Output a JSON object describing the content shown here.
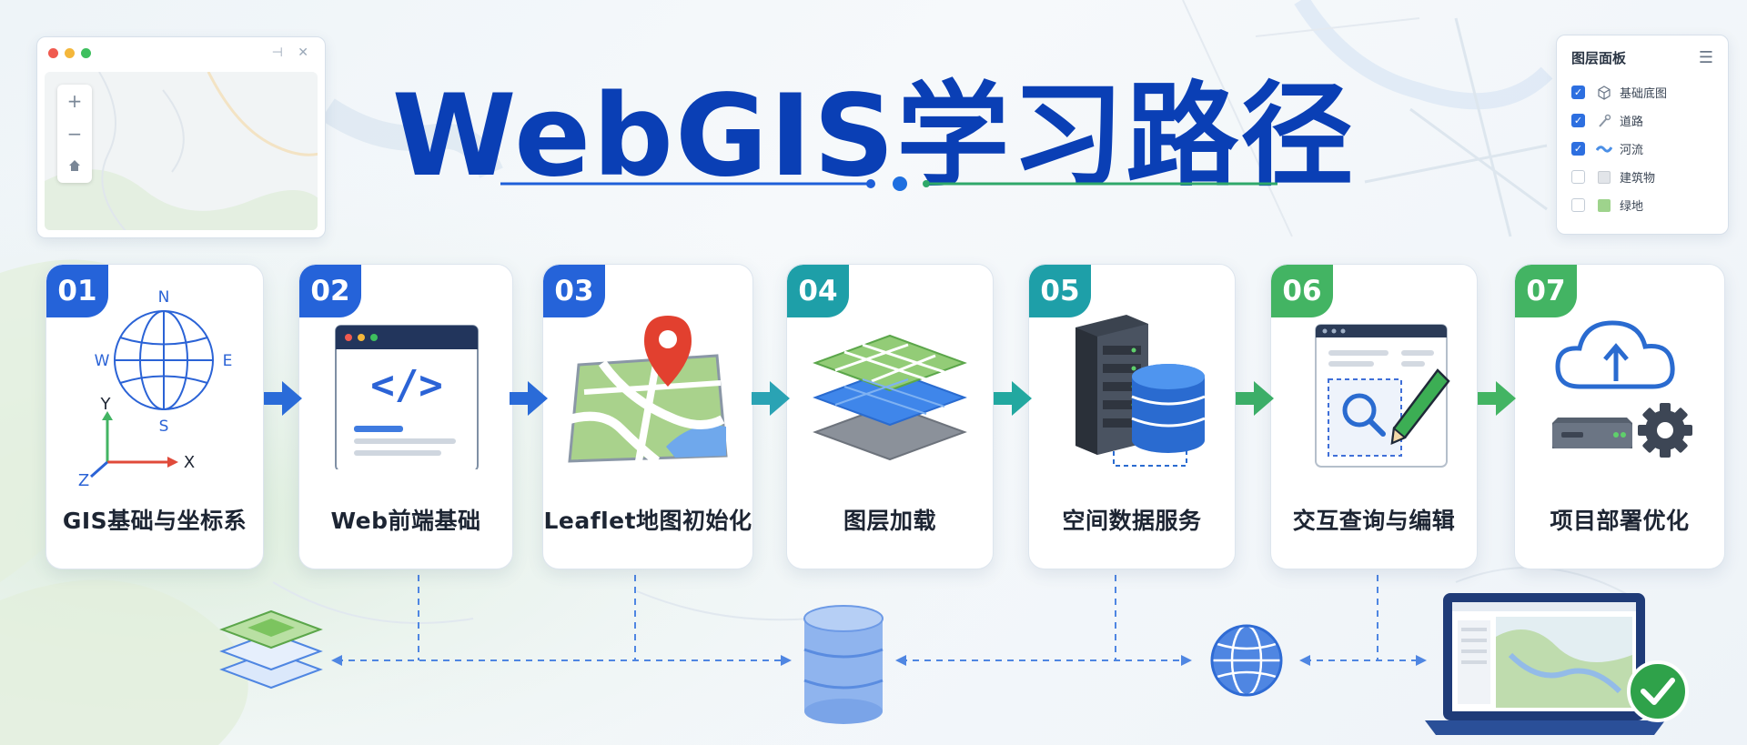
{
  "title": "WebGIS学习路径",
  "colors": {
    "title": "#0a3fb5",
    "blue": "#2563d9",
    "teal": "#1e9fa8",
    "green": "#43b463"
  },
  "layer_panel": {
    "title": "图层面板",
    "menu_icon": "hamburger-icon",
    "layers": [
      {
        "label": "基础底图",
        "checked": true,
        "icon": "cube-icon"
      },
      {
        "label": "道路",
        "checked": true,
        "icon": "road-icon"
      },
      {
        "label": "河流",
        "checked": true,
        "icon": "river-icon"
      },
      {
        "label": "建筑物",
        "checked": false,
        "icon": "building-icon"
      },
      {
        "label": "绿地",
        "checked": false,
        "icon": "greenland-icon"
      }
    ]
  },
  "mini_map": {
    "zoom_in": "+",
    "zoom_out": "−",
    "home_icon": "home-icon"
  },
  "steps": [
    {
      "num": "01",
      "label": "GIS基础与坐标系",
      "icon": "globe-axes-icon",
      "color": "#2563d9",
      "compass": {
        "n": "N",
        "s": "S",
        "e": "E",
        "w": "W"
      },
      "axes": {
        "x": "X",
        "y": "Y",
        "z": "Z"
      }
    },
    {
      "num": "02",
      "label": "Web前端基础",
      "icon": "code-window-icon",
      "color": "#2563d9",
      "code": "</>"
    },
    {
      "num": "03",
      "label": "Leaflet地图初始化",
      "icon": "map-pin-icon",
      "color": "#2563d9"
    },
    {
      "num": "04",
      "label": "图层加载",
      "icon": "layers-stack-icon",
      "color": "#1e9fa8"
    },
    {
      "num": "05",
      "label": "空间数据服务",
      "icon": "server-database-icon",
      "color": "#1e9fa8"
    },
    {
      "num": "06",
      "label": "交互查询与编辑",
      "icon": "search-edit-icon",
      "color": "#43b463"
    },
    {
      "num": "07",
      "label": "项目部署优化",
      "icon": "cloud-deploy-icon",
      "color": "#43b463"
    }
  ],
  "bottom_icons": [
    "layers-icon",
    "database-icon",
    "network-globe-icon",
    "laptop-check-icon"
  ]
}
